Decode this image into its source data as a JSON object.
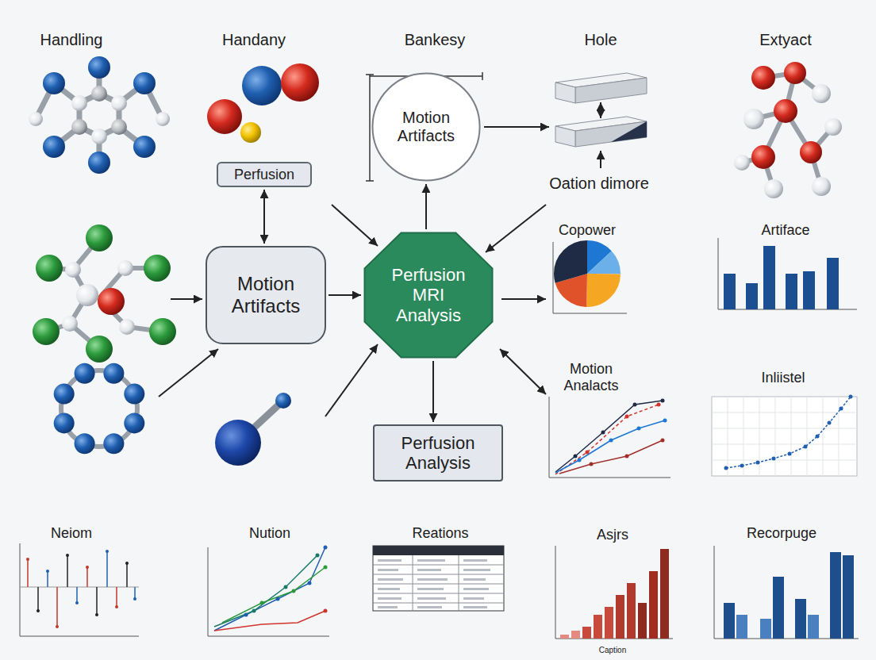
{
  "diagram": {
    "nodes": [
      {
        "text": [
          "Motion Artifacts"
        ]
      },
      {
        "text": [
          "Perfusion"
        ]
      },
      {
        "text": [
          "Motion Artifacts"
        ]
      },
      {
        "text": [
          "Perfusion MRI Analysis"
        ]
      },
      {
        "text": [
          "Perfusion Analysis"
        ]
      }
    ],
    "edges": [
      {
        "from": 1,
        "to": 2,
        "arrow": "both"
      },
      {
        "from": 2,
        "to": 3,
        "arrow": "to"
      },
      {
        "from": 3,
        "to": 0,
        "arrow": "to"
      },
      {
        "from": 3,
        "to": 4,
        "arrow": "to"
      }
    ],
    "labels": [
      "Handling",
      "Handany",
      "Bankesy",
      "Hole",
      "Extyact",
      "Oation dimore",
      "Copower",
      "Artiface",
      "Motion Analacts",
      "Inliistel",
      "Neiom",
      "Nution",
      "Reations",
      "Asjrs",
      "Recorpuge",
      "Caption"
    ]
  }
}
